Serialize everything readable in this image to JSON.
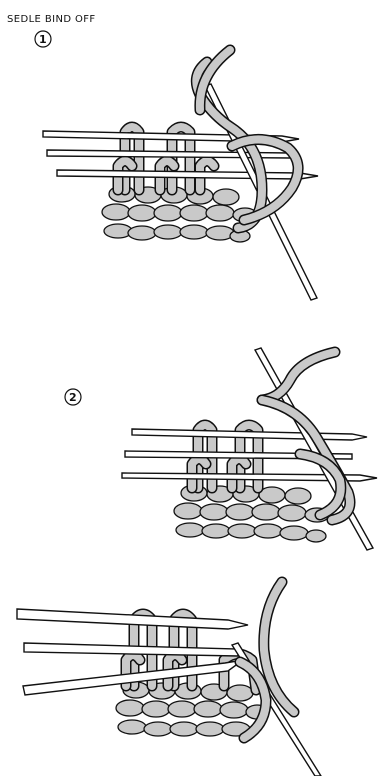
{
  "title": "SEDLE BIND OFF",
  "steps": [
    {
      "label": "1"
    },
    {
      "label": "2"
    },
    {
      "label": ""
    }
  ]
}
